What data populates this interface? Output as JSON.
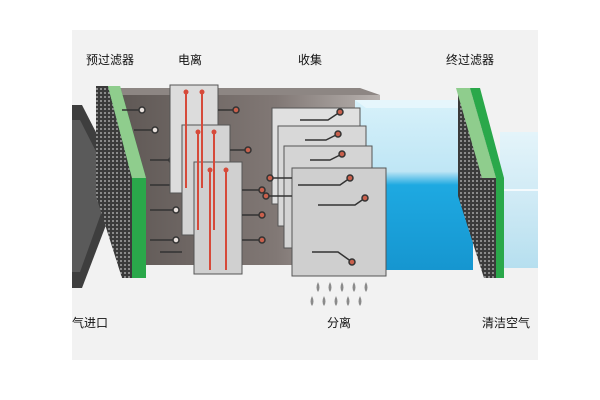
{
  "labels": {
    "prefilter": "预过滤器",
    "ionize": "电离",
    "collect": "收集",
    "final_filter": "终过滤器",
    "air_inlet": "气进口",
    "separate": "分离",
    "clean_air": "清洁空气"
  },
  "colors": {
    "panel_bg": "#f2f2f2",
    "dirty_air": "#6f6663",
    "filter_green": "#2aa84a",
    "electrode_red": "#d64a3a",
    "clean_water_light": "#bfe8f6",
    "clean_water_deep": "#1ca8e0"
  },
  "icons": {
    "inlet_arrow": "arrow-right-icon",
    "droplets": "droplet-icon"
  }
}
